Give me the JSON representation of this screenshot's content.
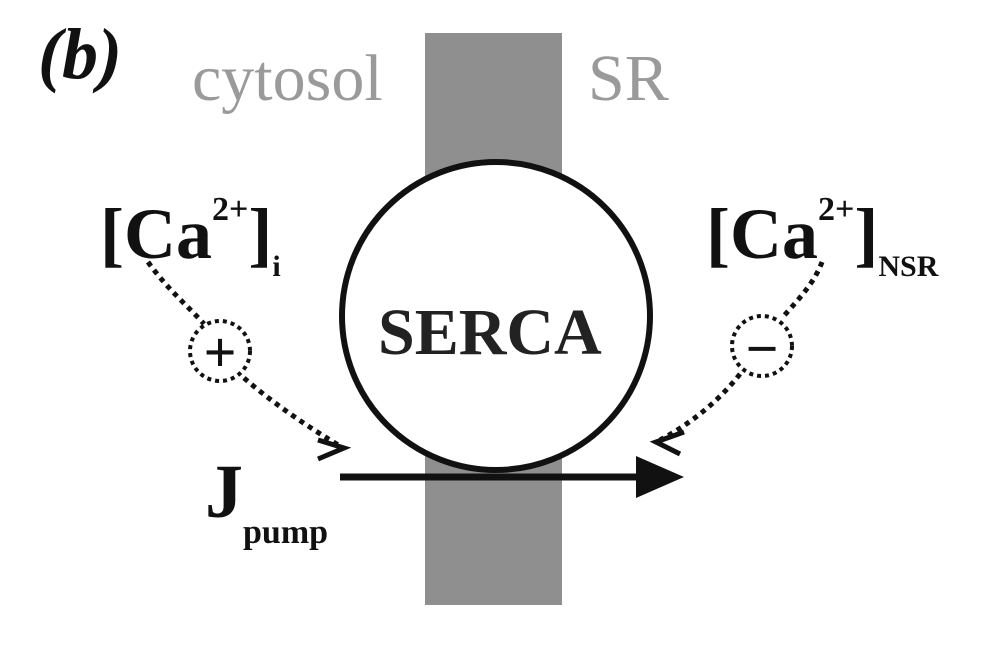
{
  "diagram": {
    "panel_label": "(b)",
    "compartments": {
      "left": "cytosol",
      "right": "SR"
    },
    "pump": {
      "label": "SERCA"
    },
    "cytosolic_concentration": {
      "base": "[Ca",
      "charge": "2+",
      "close": "]",
      "subscript": "i"
    },
    "sr_concentration": {
      "base": "[Ca",
      "charge": "2+",
      "close": "]",
      "subscript": "NSR"
    },
    "flux": {
      "symbol": "J",
      "subscript": "pump"
    },
    "regulation": {
      "cytosolic_effect": "+",
      "sr_effect": "−"
    },
    "colors": {
      "membrane": "#8f8f8f",
      "compartment_text": "#9a9a9a",
      "ink": "#111111"
    }
  }
}
